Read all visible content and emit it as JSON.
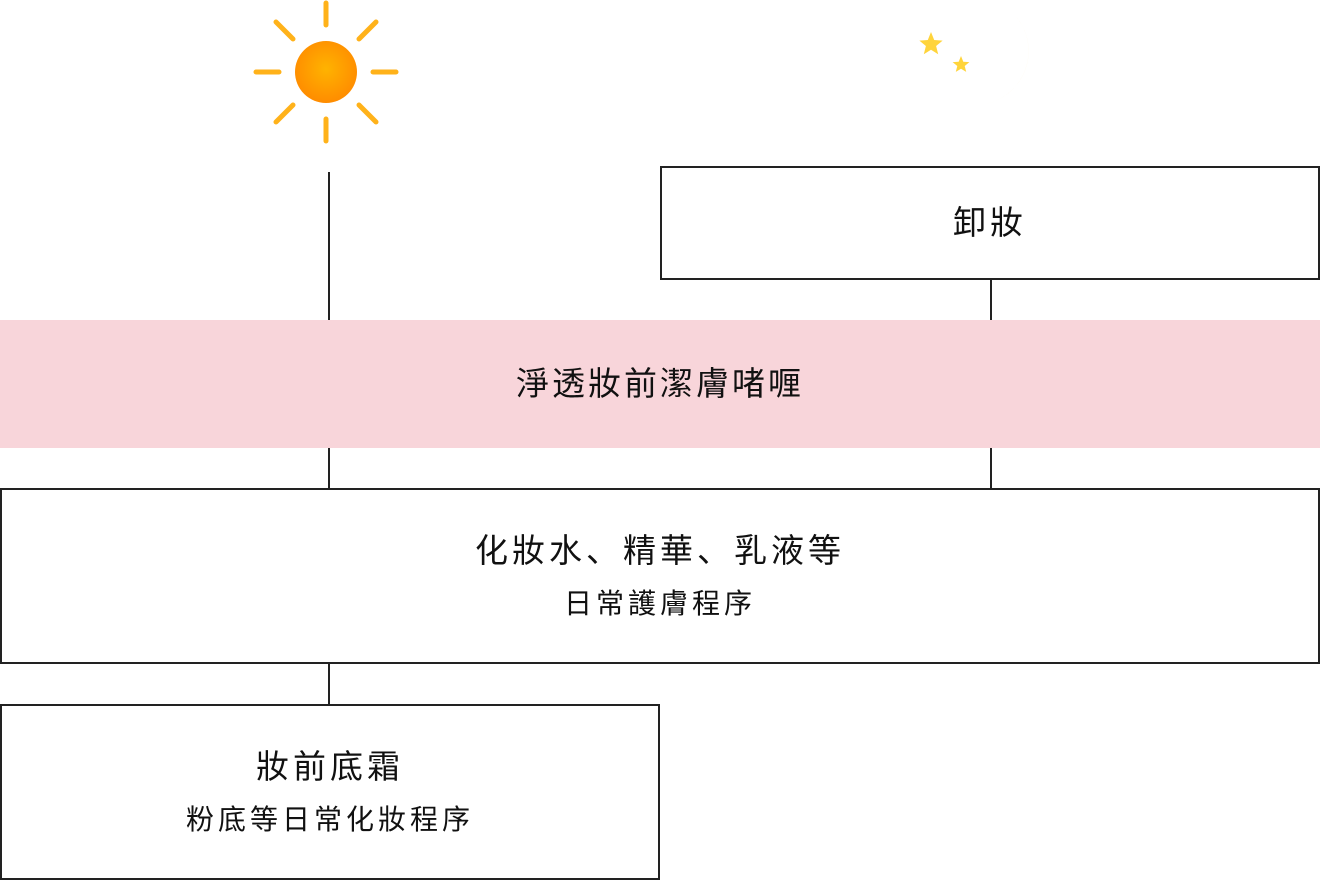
{
  "colors": {
    "band_fill": "#f8d5da",
    "sun": "#ff9a00",
    "sun_rays": "#ffb21a",
    "moon": "#ffd43b",
    "stars": "#ffd43b",
    "line": "#222222"
  },
  "icons": {
    "day": "sun-icon",
    "night": "moon-icon"
  },
  "night_step": {
    "title": "卸妝"
  },
  "shared_step": {
    "title": "淨透妝前潔膚啫喱"
  },
  "skincare_step": {
    "title": "化妝水、精華、乳液等",
    "subtitle": "日常護膚程序"
  },
  "makeup_step": {
    "title": "妝前底霜",
    "subtitle": "粉底等日常化妝程序"
  }
}
